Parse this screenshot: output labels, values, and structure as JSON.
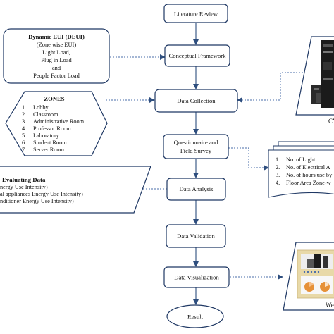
{
  "flow_steps": [
    {
      "id": "literature",
      "label": "Literature Review"
    },
    {
      "id": "framework",
      "label": "Conceptual Framework"
    },
    {
      "id": "collection",
      "label": "Data Collection"
    },
    {
      "id": "survey",
      "label_lines": [
        "Questionnaire and",
        "Field Survey"
      ]
    },
    {
      "id": "analysis",
      "label": "Data Analysis"
    },
    {
      "id": "validation",
      "label": "Data Validation"
    },
    {
      "id": "visualization",
      "label": "Data Visualization"
    },
    {
      "id": "result",
      "label": "Result"
    }
  ],
  "deui_box": {
    "title": "Dynamic EUI (DEUI)",
    "lines": [
      "(Zone wise EUI)",
      "Light Load,",
      "Plug in Load",
      "and",
      "People Factor Load"
    ]
  },
  "zones_box": {
    "title": "ZONES",
    "items": [
      "Lobby",
      "Classroom",
      "Administrative Room",
      "Professor Room",
      "Laboratory",
      "Student Room",
      "Server Room"
    ]
  },
  "evaluating_box": {
    "title": "Evaluating Data",
    "lines": [
      "nergy Use Intensity)",
      "al appliances Energy Use Intensity)",
      "nditioner Energy Use Intensity)"
    ]
  },
  "survey_list_box": {
    "items": [
      "No. of Light",
      "No. of Electrical A",
      "No. of hours use by",
      "Floor Area Zone-w"
    ]
  },
  "device_label": "CY",
  "web_label": "We",
  "colors": {
    "stroke": "#1f3864",
    "arrow": "#2e4e7e",
    "dotted": "#4a6ea9",
    "device_dark": "#1b1b1b",
    "screen_frame": "#d9c58a",
    "chart_orange": "#e69138"
  }
}
